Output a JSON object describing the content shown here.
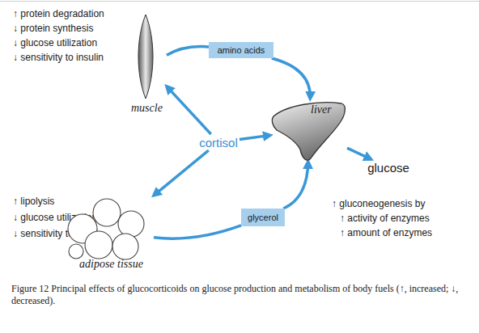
{
  "diagram": {
    "caption": "Figure 12 Principal effects of glucocorticoids on glucose production and metabolism of body fuels (↑, increased; ↓, decreased).",
    "nodes": [
      {
        "text": [
          "muscle"
        ]
      },
      {
        "text": [
          "amino acids"
        ]
      },
      {
        "text": [
          "cortisol"
        ]
      },
      {
        "text": [
          "liver"
        ]
      },
      {
        "text": [
          "glucose"
        ]
      },
      {
        "text": [
          "adipose tissue"
        ]
      },
      {
        "text": [
          "glycerol"
        ]
      }
    ],
    "edges": [
      {
        "from": 2,
        "to": 0,
        "arrow": "to"
      },
      {
        "from": 2,
        "to": 3,
        "arrow": "to"
      },
      {
        "from": 2,
        "to": 5,
        "arrow": "to"
      },
      {
        "from": 0,
        "to": 1,
        "arrow": "none"
      },
      {
        "from": 1,
        "to": 3,
        "arrow": "to"
      },
      {
        "from": 5,
        "to": 6,
        "arrow": "none"
      },
      {
        "from": 6,
        "to": 3,
        "arrow": "to"
      },
      {
        "from": 3,
        "to": 4,
        "arrow": "to"
      }
    ],
    "labels": [
      "↑ protein degradation",
      "↓ protein synthesis",
      "↓ glucose utilization",
      "↓ sensitivity to insulin",
      "↑ lipolysis",
      "↓ glucose utilization",
      "↓ sensitivity to insulin",
      "↑ gluconeogenesis by",
      "↑ activity of enzymes",
      "↑ amount of enzymes"
    ]
  }
}
